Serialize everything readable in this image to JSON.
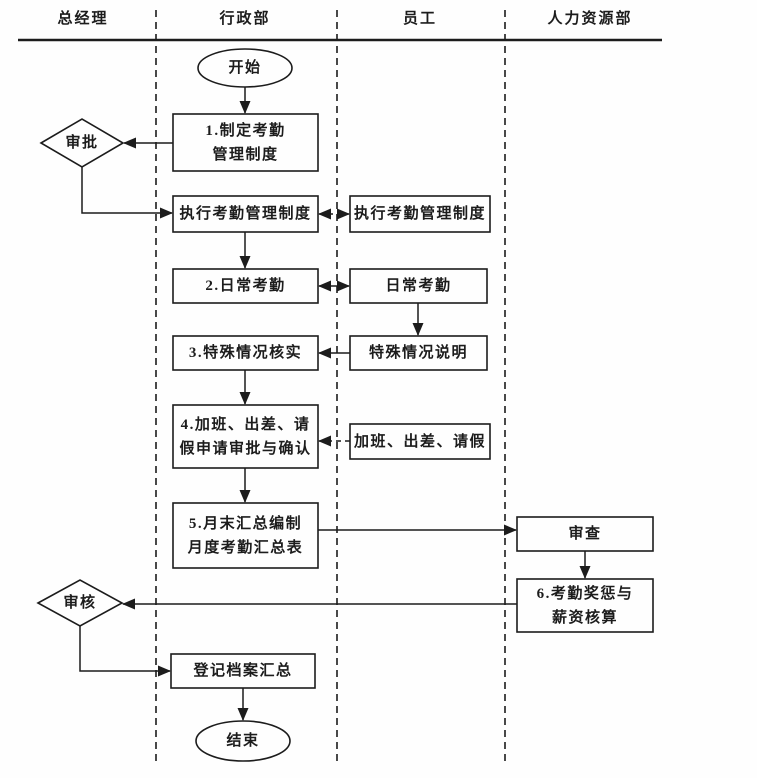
{
  "diagram": {
    "type": "swimlane-flowchart",
    "colors": {
      "ink": "#1c1c1c",
      "background": "#fefefe"
    },
    "lanes": [
      {
        "label": "总经理"
      },
      {
        "label": "行政部"
      },
      {
        "label": "员工"
      },
      {
        "label": "人力资源部"
      }
    ],
    "nodes": {
      "start": {
        "label": "开始",
        "shape": "ellipse",
        "lane": "行政部"
      },
      "step1": {
        "label": "1.制定考勤\n管理制度",
        "shape": "rect",
        "lane": "行政部"
      },
      "approve1": {
        "label": "审批",
        "shape": "diamond",
        "lane": "总经理"
      },
      "exec_admin": {
        "label": "执行考勤管理制度",
        "shape": "rect",
        "lane": "行政部"
      },
      "exec_emp": {
        "label": "执行考勤管理制度",
        "shape": "rect",
        "lane": "员工"
      },
      "step2": {
        "label": "2.日常考勤",
        "shape": "rect",
        "lane": "行政部"
      },
      "daily_emp": {
        "label": "日常考勤",
        "shape": "rect",
        "lane": "员工"
      },
      "step3": {
        "label": "3.特殊情况核实",
        "shape": "rect",
        "lane": "行政部"
      },
      "special_emp": {
        "label": "特殊情况说明",
        "shape": "rect",
        "lane": "员工"
      },
      "step4": {
        "label": "4.加班、出差、请\n假申请审批与确认",
        "shape": "rect",
        "lane": "行政部"
      },
      "request_emp": {
        "label": "加班、出差、请假",
        "shape": "rect",
        "lane": "员工"
      },
      "step5": {
        "label": "5.月末汇总编制\n月度考勤汇总表",
        "shape": "rect",
        "lane": "行政部"
      },
      "review_hr": {
        "label": "审查",
        "shape": "rect",
        "lane": "人力资源部"
      },
      "step6": {
        "label": "6.考勤奖惩与\n薪资核算",
        "shape": "rect",
        "lane": "人力资源部"
      },
      "audit": {
        "label": "审核",
        "shape": "diamond",
        "lane": "总经理"
      },
      "register": {
        "label": "登记档案汇总",
        "shape": "rect",
        "lane": "行政部"
      },
      "end": {
        "label": "结束",
        "shape": "ellipse",
        "lane": "行政部"
      }
    },
    "edges": [
      {
        "from": "start",
        "to": "step1",
        "style": "solid",
        "arrows": "end"
      },
      {
        "from": "step1",
        "to": "approve1",
        "style": "solid",
        "arrows": "end"
      },
      {
        "from": "approve1",
        "to": "exec_admin",
        "style": "solid",
        "arrows": "end"
      },
      {
        "from": "exec_admin",
        "to": "exec_emp",
        "style": "dashed",
        "arrows": "both"
      },
      {
        "from": "exec_admin",
        "to": "step2",
        "style": "solid",
        "arrows": "end"
      },
      {
        "from": "step2",
        "to": "daily_emp",
        "style": "solid",
        "arrows": "both"
      },
      {
        "from": "daily_emp",
        "to": "special_emp",
        "style": "solid",
        "arrows": "end"
      },
      {
        "from": "special_emp",
        "to": "step3",
        "style": "solid",
        "arrows": "end"
      },
      {
        "from": "step3",
        "to": "step4",
        "style": "solid",
        "arrows": "end"
      },
      {
        "from": "request_emp",
        "to": "step4",
        "style": "dashed",
        "arrows": "end"
      },
      {
        "from": "step4",
        "to": "step5",
        "style": "solid",
        "arrows": "end"
      },
      {
        "from": "step5",
        "to": "review_hr",
        "style": "solid",
        "arrows": "end"
      },
      {
        "from": "review_hr",
        "to": "step6",
        "style": "solid",
        "arrows": "end"
      },
      {
        "from": "step6",
        "to": "audit",
        "style": "solid",
        "arrows": "end"
      },
      {
        "from": "audit",
        "to": "register",
        "style": "solid",
        "arrows": "end"
      },
      {
        "from": "register",
        "to": "end",
        "style": "solid",
        "arrows": "end"
      }
    ]
  }
}
